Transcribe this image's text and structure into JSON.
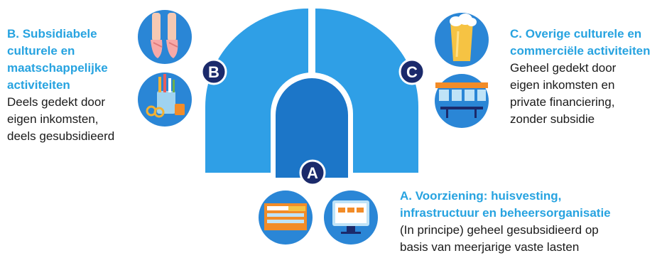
{
  "colors": {
    "arch_light": "#2f9fe6",
    "arch_dark": "#1c76c8",
    "badge": "#1b2a6b",
    "heading": "#27a3e0",
    "text": "#1a1a1a",
    "icon_bg": "#2a86d6"
  },
  "badges": {
    "a": "A",
    "b": "B",
    "c": "C"
  },
  "block_b": {
    "heading_lines": [
      "B. Subsidiabele",
      "culturele en",
      "maatschappelijke",
      "activiteiten"
    ],
    "body_lines": [
      "Deels gedekt door",
      "eigen inkomsten,",
      "deels gesubsidieerd"
    ]
  },
  "block_c": {
    "heading_lines": [
      "C. Overige culturele en",
      "commerciële activiteiten"
    ],
    "body_lines": [
      "Geheel gedekt door",
      "eigen inkomsten en",
      "private financiering,",
      "zonder subsidie"
    ]
  },
  "block_a": {
    "heading_lines": [
      "A. Voorziening: huisvesting,",
      "infrastructuur en beheersorganisatie"
    ],
    "body_lines": [
      "(In principe) geheel gesubsidieerd op",
      "basis van meerjarige vaste lasten"
    ]
  },
  "icons": [
    "ballet-shoes-icon",
    "art-supplies-icon",
    "beer-glass-icon",
    "cafe-terrace-icon",
    "museum-building-icon",
    "computer-screen-icon"
  ]
}
